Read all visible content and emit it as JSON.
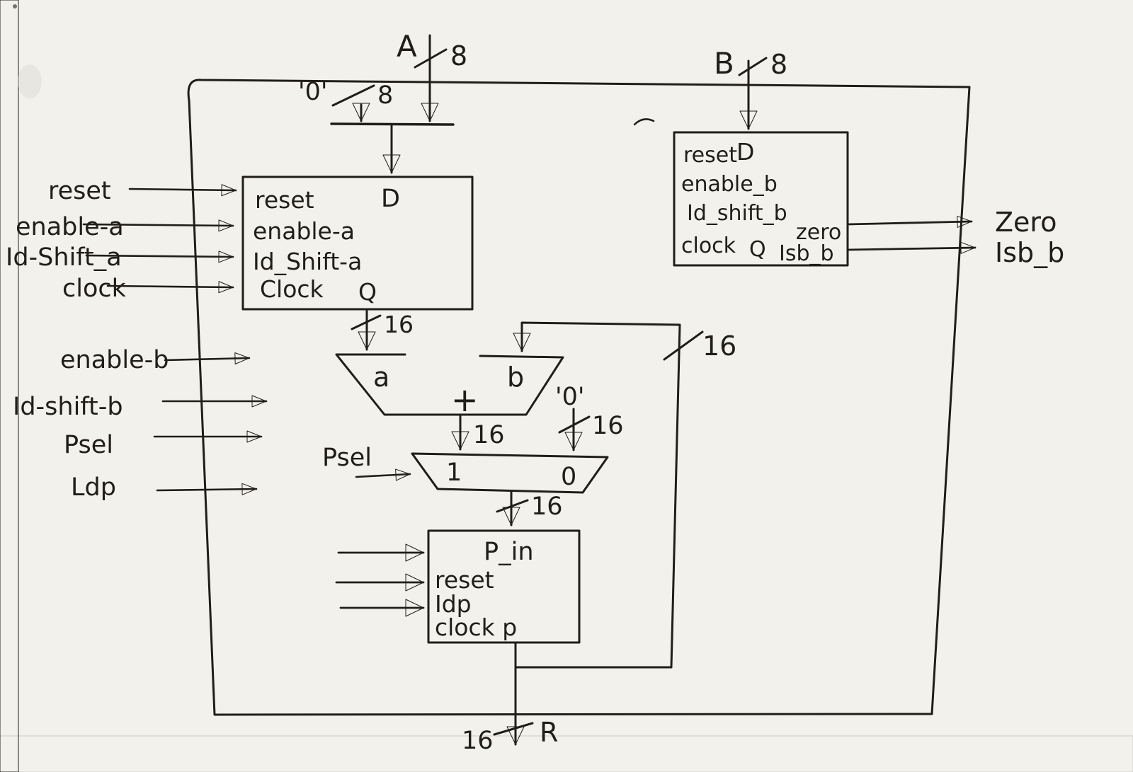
{
  "colors": {
    "ink": "#211e1a",
    "paper": "#f2f1ec"
  },
  "top_inputs": {
    "a": {
      "name": "A",
      "width": "8"
    },
    "zero_const": {
      "name": "'0'",
      "width": "8"
    },
    "b": {
      "name": "B",
      "width": "8"
    }
  },
  "left_inputs": {
    "reset": "reset",
    "enable_a": "enable-a",
    "id_shift_a": "Id-Shift_a",
    "clock": "clock",
    "enable_b": "enable-b",
    "id_shift_b": "Id-shift-b",
    "psel": "Psel",
    "ldp": "Ldp"
  },
  "reg_a": {
    "reset": "reset",
    "d": "D",
    "enable": "enable-a",
    "shift": "Id_Shift-a",
    "clock": "Clock",
    "q": "Q"
  },
  "reg_b": {
    "reset": "reset",
    "d": "D",
    "enable": "enable_b",
    "shift": "Id_shift_b",
    "zero": "zero",
    "clock": "clock",
    "q": "Q",
    "isb": "Isb_b"
  },
  "reg_p": {
    "pin": "P_in",
    "reset": "reset",
    "ldp": "Idp",
    "clock": "clock p"
  },
  "adder": {
    "a": "a",
    "b": "b",
    "op": "+"
  },
  "mux": {
    "in1": "1",
    "in0": "0",
    "sel": "Psel",
    "zero_const": "'0'"
  },
  "outputs": {
    "zero": "Zero",
    "isb": "Isb_b",
    "r": "R"
  },
  "bus_widths": {
    "w8": "8",
    "w16": "16"
  }
}
